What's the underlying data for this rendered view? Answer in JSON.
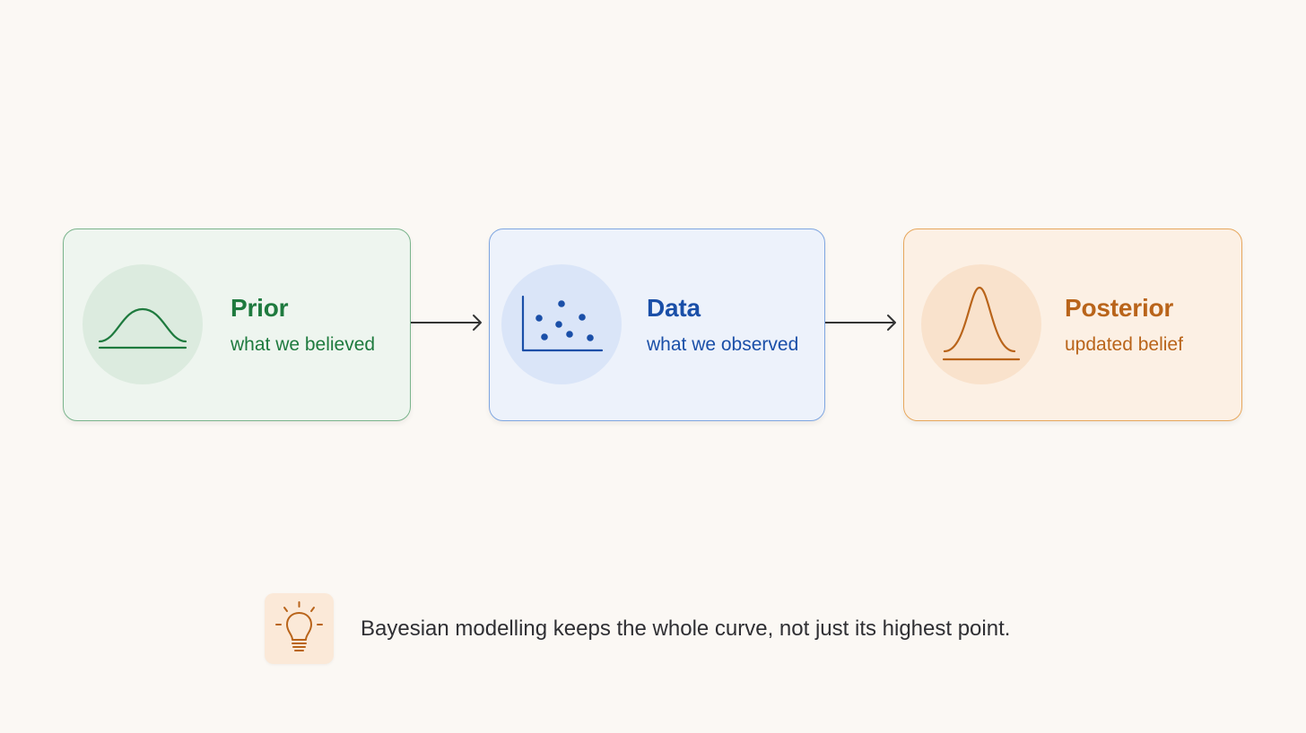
{
  "steps": [
    {
      "title": "Prior",
      "subtitle": "what we believed",
      "color": "#1e7a3e",
      "icon": "bell-curve-icon"
    },
    {
      "title": "Data",
      "subtitle": "what we observed",
      "color": "#1a4fa8",
      "icon": "scatter-plot-icon"
    },
    {
      "title": "Posterior",
      "subtitle": "updated belief",
      "color": "#b9641a",
      "icon": "narrow-peak-curve-icon"
    }
  ],
  "tip": {
    "icon": "lightbulb-icon",
    "text": "Bayesian modelling keeps the whole curve, not just its highest point."
  }
}
